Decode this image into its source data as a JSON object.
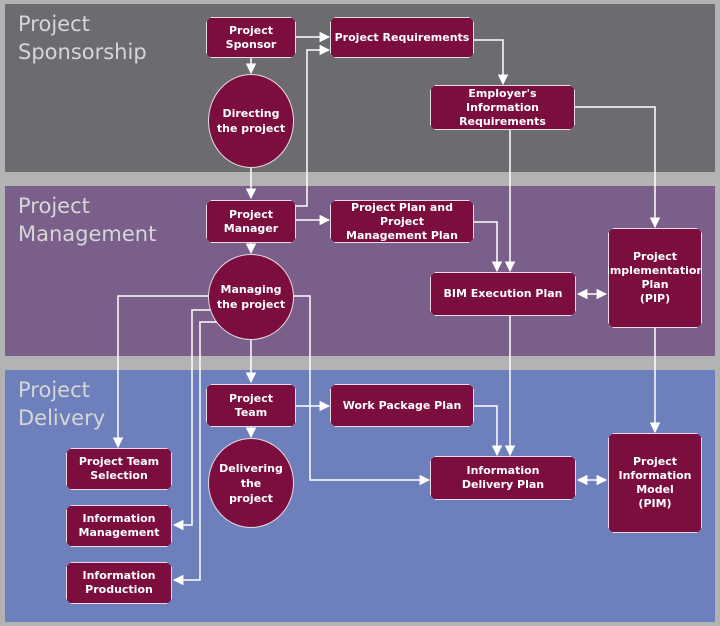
{
  "bands": {
    "sponsorship": {
      "title": "Project\nSponsorship",
      "color": "#6c6c70"
    },
    "management": {
      "title": "Project\nManagement",
      "color": "#7a5f8b"
    },
    "delivery": {
      "title": "Project\nDelivery",
      "color": "#6e80bc"
    }
  },
  "nodes": {
    "project_sponsor": "Project\nSponsor",
    "directing": "Directing\nthe project",
    "project_requirements": "Project Requirements",
    "eir": "Employer's Information\nRequirements",
    "project_manager": "Project\nManager",
    "managing": "Managing\nthe project",
    "project_plan": "Project Plan and Project\nManagement Plan",
    "bep": "BIM Execution Plan",
    "pip": "Project\nImplementation\nPlan\n(PIP)",
    "project_team": "Project\nTeam",
    "delivering": "Delivering the\nproject",
    "work_package_plan": "Work Package Plan",
    "idp": "Information\nDelivery Plan",
    "pim": "Project\nInformation\nModel\n(PIM)",
    "team_selection": "Project Team\nSelection",
    "information_management": "Information\nManagement",
    "information_production": "Information\nProduction"
  },
  "colors": {
    "node_fill": "#7b0d3f",
    "node_border": "#e7dbe1",
    "arrow": "#ffffff",
    "title_text": "#d6d6d6"
  }
}
